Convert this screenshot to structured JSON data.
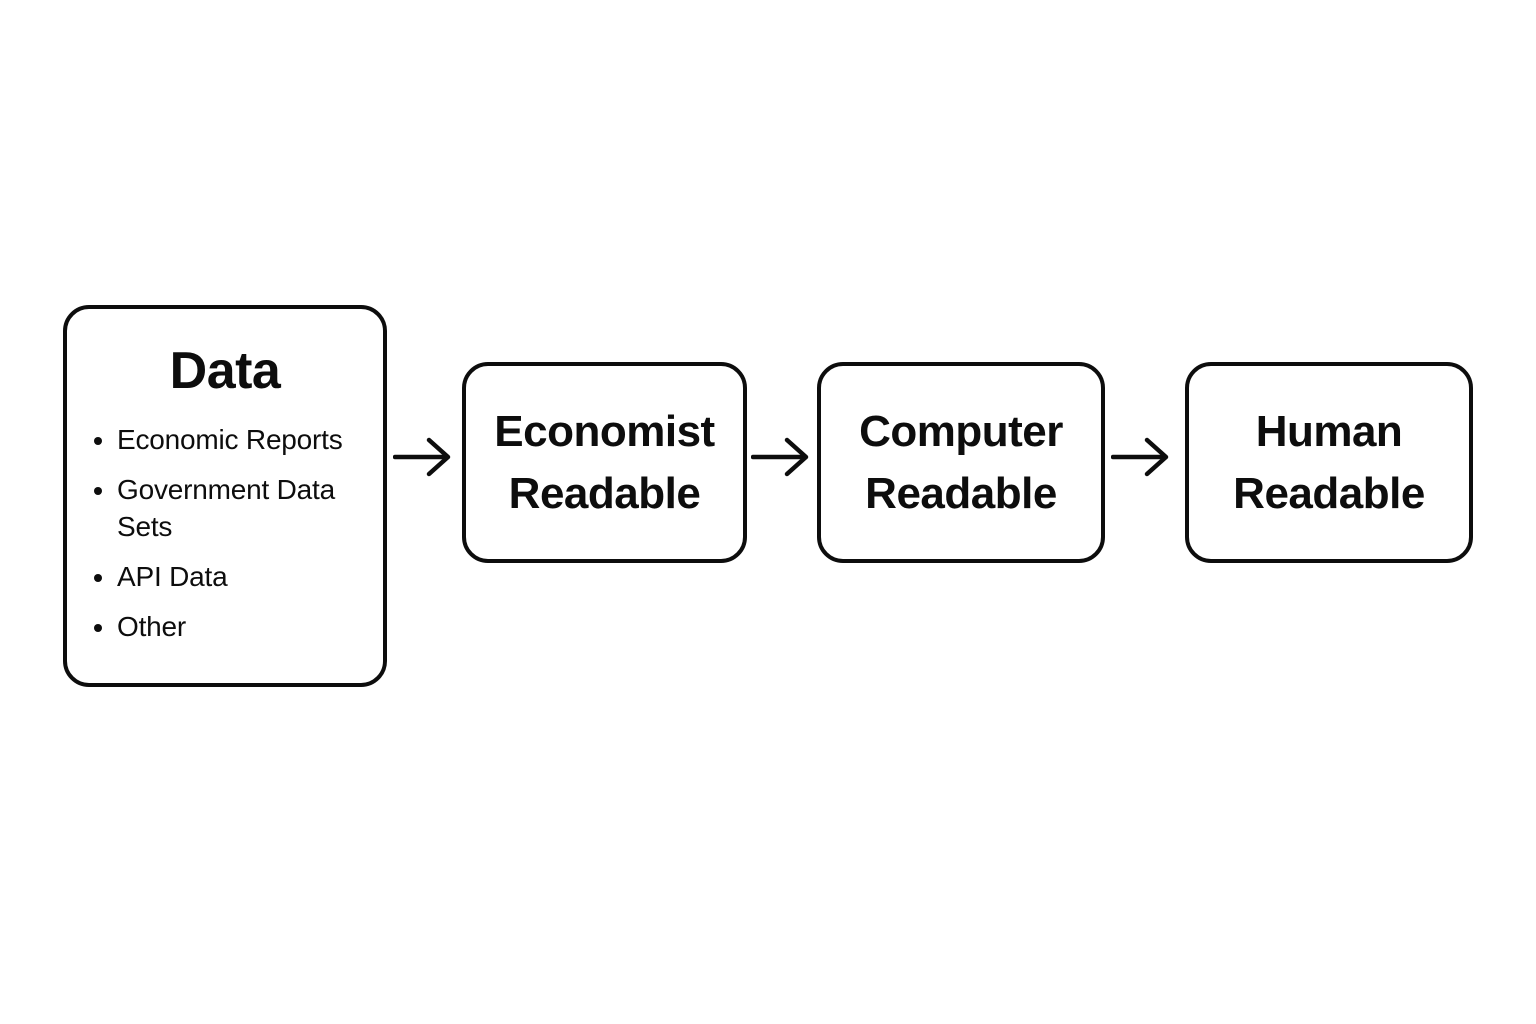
{
  "page": {
    "background": "#ffffff"
  },
  "diagram": {
    "type": "flowchart",
    "direction": "left-to-right",
    "colors": {
      "stroke": "#0d0d0d",
      "text": "#0d0d0d",
      "node_fill": "#ffffff"
    },
    "nodes": [
      {
        "id": "data",
        "title": "Data",
        "bullets": [
          "Economic Reports",
          "Government Data Sets",
          "API Data",
          "Other"
        ]
      },
      {
        "id": "economist-readable",
        "label": "Economist Readable"
      },
      {
        "id": "computer-readable",
        "label": "Computer Readable"
      },
      {
        "id": "human-readable",
        "label": "Human Readable"
      }
    ],
    "connectors": [
      {
        "from": "data",
        "to": "economist-readable",
        "icon": "arrow-right"
      },
      {
        "from": "economist-readable",
        "to": "computer-readable",
        "icon": "arrow-right"
      },
      {
        "from": "computer-readable",
        "to": "human-readable",
        "icon": "arrow-right"
      }
    ]
  }
}
